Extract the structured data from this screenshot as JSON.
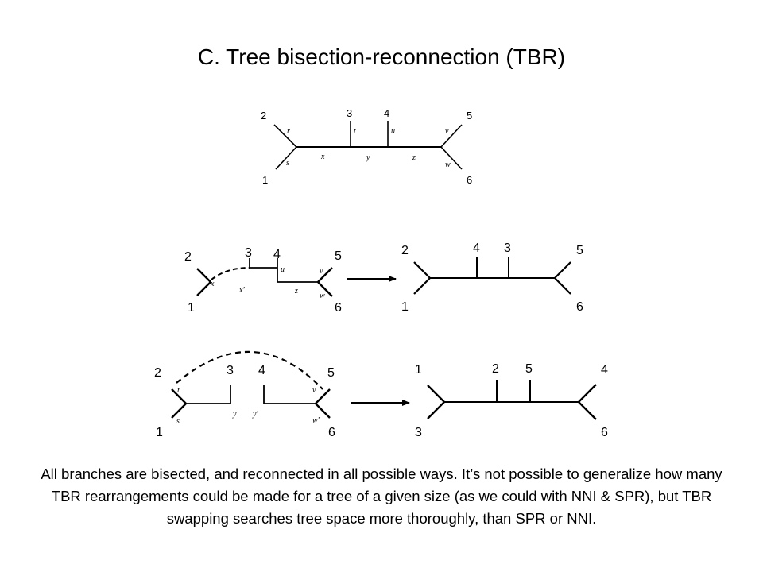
{
  "title": "C. Tree bisection-reconnection (TBR)",
  "caption": "All branches are bisected, and reconnected in all possible ways. It’s not possible to generalize how many TBR rearrangements could be made for a tree of a given size (as we could with NNI & SPR), but TBR swapping searches tree space more thoroughly, than SPR or NNI.",
  "tree_top": {
    "tips": [
      "2",
      "1",
      "3",
      "4",
      "5",
      "6"
    ],
    "branches": [
      "r",
      "s",
      "t",
      "u",
      "v",
      "w",
      "x",
      "y",
      "z"
    ]
  },
  "move1": {
    "left": {
      "tips": [
        "2",
        "1",
        "3",
        "4",
        "5",
        "6"
      ],
      "branches": [
        "x",
        "u",
        "v",
        "x'",
        "z",
        "w"
      ]
    },
    "right": {
      "tips": [
        "2",
        "4",
        "3",
        "5",
        "1",
        "6"
      ]
    }
  },
  "move2": {
    "left": {
      "tips": [
        "2",
        "3",
        "4",
        "5",
        "1",
        "6"
      ],
      "branches": [
        "r",
        "v",
        "s",
        "y",
        "y'",
        "w'"
      ]
    },
    "right": {
      "tips": [
        "1",
        "2",
        "5",
        "4",
        "3",
        "6"
      ]
    }
  }
}
